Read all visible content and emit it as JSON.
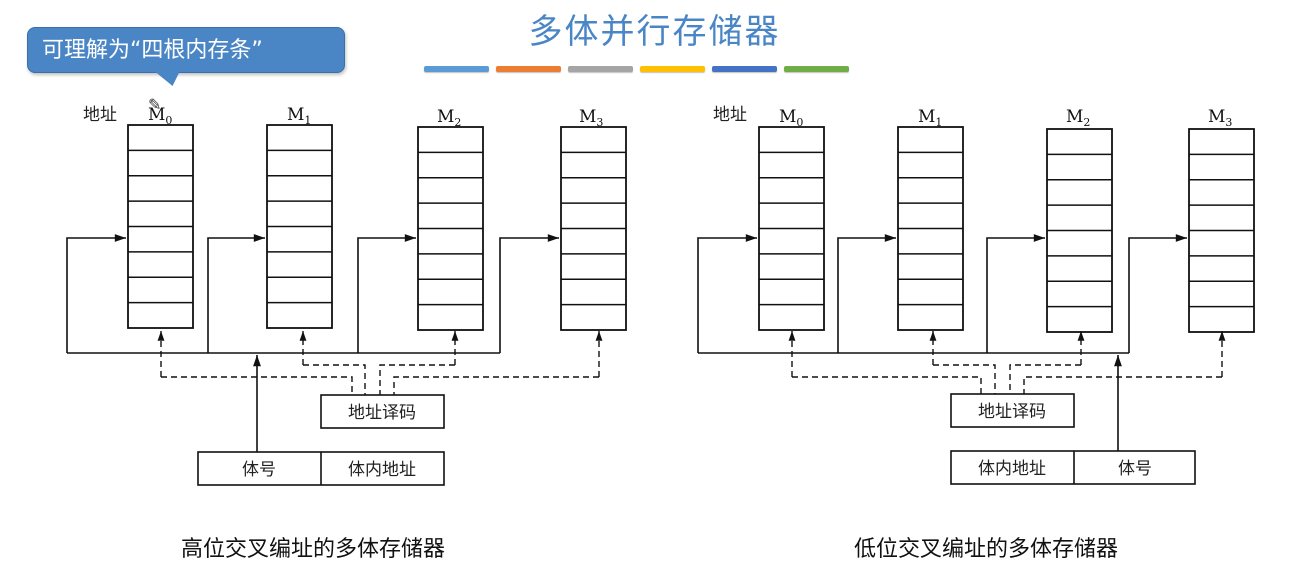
{
  "slide": {
    "title": "多体并行存储器",
    "accent_bars": [
      "#5b9bd5",
      "#ed7d31",
      "#a5a5a5",
      "#ffc000",
      "#4472c4",
      "#70ad47"
    ],
    "callout": "可理解为“四根内存条”",
    "callout_color": "#4a86c5"
  },
  "diagrams": [
    {
      "id": "high-order",
      "address_label": "地址",
      "modules": [
        {
          "name": "M",
          "sub": "0"
        },
        {
          "name": "M",
          "sub": "1"
        },
        {
          "name": "M",
          "sub": "2"
        },
        {
          "name": "M",
          "sub": "3"
        }
      ],
      "rows_per_module": 8,
      "decoder_label": "地址译码",
      "address_fields": [
        "体号",
        "体内地址"
      ],
      "caption": "高位交叉编址的多体存储器"
    },
    {
      "id": "low-order",
      "address_label": "地址",
      "modules": [
        {
          "name": "M",
          "sub": "0"
        },
        {
          "name": "M",
          "sub": "1"
        },
        {
          "name": "M",
          "sub": "2"
        },
        {
          "name": "M",
          "sub": "3"
        }
      ],
      "rows_per_module": 8,
      "decoder_label": "地址译码",
      "address_fields": [
        "体内地址",
        "体号"
      ],
      "caption": "低位交叉编址的多体存储器"
    }
  ]
}
